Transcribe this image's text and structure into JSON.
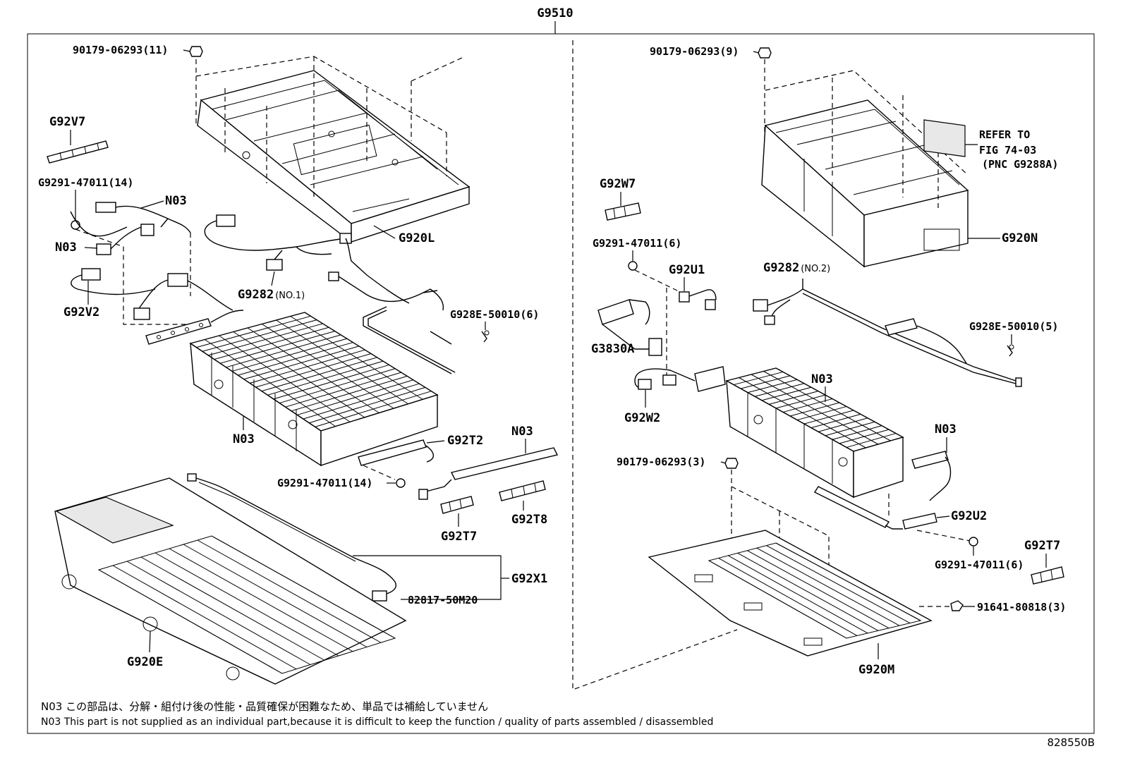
{
  "main_part": "G9510",
  "labels": {
    "left_nut": "90179-06293(11)",
    "g92v7": "G92V7",
    "left_clip_14a": "G9291-47011(14)",
    "n03_a": "N03",
    "n03_b": "N03",
    "g920l": "G920L",
    "g92v2": "G92V2",
    "g9282_no1": "G9282",
    "g9282_no1_suffix": "(NO.1)",
    "left_g928e": "G928E-50010(6)",
    "n03_left_stack": "N03",
    "g92t2": "G92T2",
    "n03_bar": "N03",
    "left_clip_14b": "G9291-47011(14)",
    "g92t7_left": "G92T7",
    "g92t8": "G92T8",
    "g92x1": "G92X1",
    "code_82817": "82817-50M20",
    "g920e": "G920E",
    "right_nut_9": "90179-06293(9)",
    "refer_1": "REFER TO",
    "refer_2": "FIG 74-03",
    "refer_3": "(PNC G9288A)",
    "g92w7": "G92W7",
    "g920n": "G920N",
    "right_clip_6a": "G9291-47011(6)",
    "g92u1": "G92U1",
    "g9282_no2": "G9282",
    "g9282_no2_suffix": "(NO.2)",
    "right_g928e": "G928E-50010(5)",
    "g3830a": "G3830A",
    "n03_right_stack": "N03",
    "g92w2": "G92W2",
    "n03_right_loose": "N03",
    "right_nut_3": "90179-06293(3)",
    "g92u2": "G92U2",
    "g92t7_right": "G92T7",
    "right_clip_6b": "G9291-47011(6)",
    "bolt_91641": "91641-80818(3)",
    "g920m": "G920M"
  },
  "notes": {
    "japanese": "N03 この部品は、分解・組付け後の性能・品質確保が困難なため、単品では補給していません",
    "english": "N03 This part is not supplied as an individual part,because it is difficult to keep the function / quality of parts assembled / disassembled"
  },
  "footer_code": "828550B"
}
